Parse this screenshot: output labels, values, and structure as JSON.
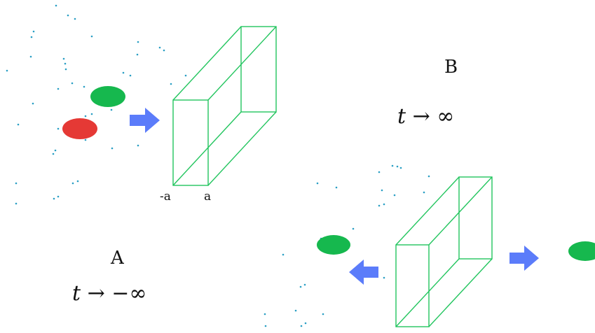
{
  "diagram": {
    "label_A": "A",
    "time_A": "t → −∞",
    "label_B": "B",
    "time_B": "t → ∞",
    "tick_left": "-a",
    "tick_right": "a"
  },
  "colors": {
    "box": "#22c55e",
    "particle_green": "#16b84e",
    "particle_red": "#e53935",
    "arrow": "#5b7cfa",
    "dots": "#2a9fc4"
  }
}
